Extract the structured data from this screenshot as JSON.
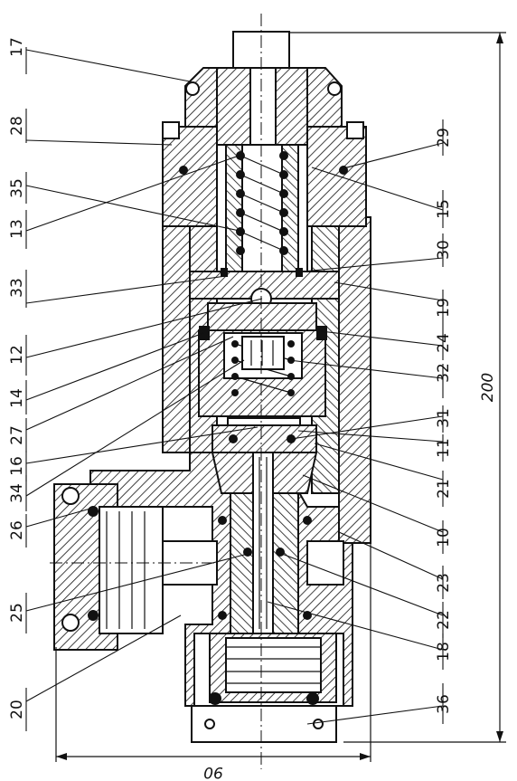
{
  "labels": {
    "l17": "17",
    "l28": "28",
    "l35": "35",
    "l13": "13",
    "l33": "33",
    "l12": "12",
    "l14": "14",
    "l27": "27",
    "l16": "16",
    "l34": "34",
    "l26": "26",
    "l25": "25",
    "l20": "20",
    "l29": "29",
    "l15": "15",
    "l30": "30",
    "l19": "19",
    "l24": "24",
    "l32": "32",
    "l31": "31",
    "l11": "11",
    "l21": "21",
    "l10": "10",
    "l23": "23",
    "l22": "22",
    "l18": "18",
    "l36": "36"
  },
  "dimensions": {
    "height": "200",
    "width": "90"
  }
}
